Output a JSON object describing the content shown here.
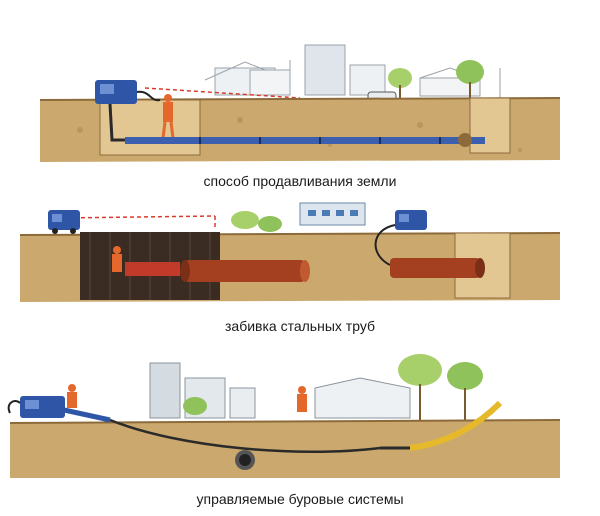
{
  "captions": {
    "scene1": "способ продавливания земли",
    "scene2": "забивка стальных труб",
    "scene3": "управляемые буровые системы"
  },
  "colors": {
    "soil": "#c8a569",
    "soil_dark": "#8c6a3a",
    "machine_blue": "#2f56a6",
    "pipe_rust": "#a4401f",
    "pipe_yellow": "#e6b92a",
    "worker_orange": "#e4672c",
    "warning_red": "#d93b2b",
    "tree_green": "#8fc25a",
    "building_grey": "#b9c1c8"
  }
}
